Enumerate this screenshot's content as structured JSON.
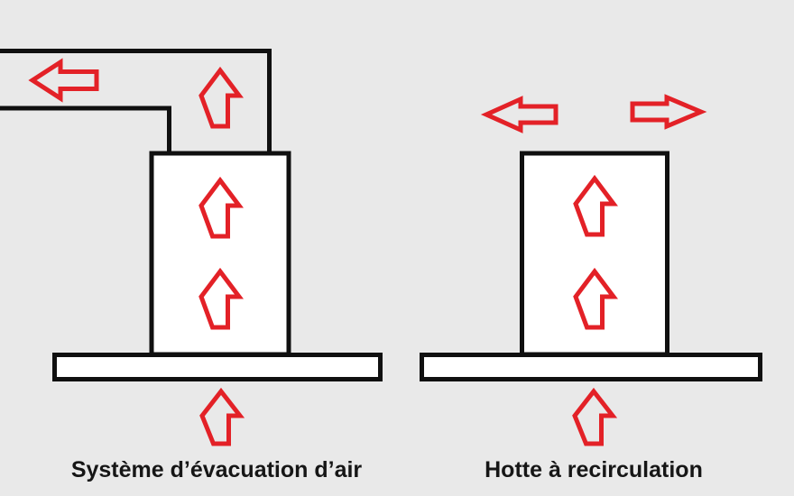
{
  "page": {
    "background": "#e9e9e9"
  },
  "colors": {
    "line": "#101010",
    "arrow": "#e32127",
    "surface": "#ffffff",
    "text": "#161616"
  },
  "diagrams": {
    "exhaust": {
      "caption": "Système d’évacuation d’air",
      "icons": [
        "airflow-left-arrow",
        "airflow-up-arrow-duct",
        "airflow-up-arrow-hood-upper",
        "airflow-up-arrow-hood-lower",
        "airflow-up-arrow-intake"
      ]
    },
    "recirculation": {
      "caption": "Hotte à recirculation",
      "icons": [
        "airflow-left-arrow",
        "airflow-right-arrow",
        "airflow-up-arrow-hood-upper",
        "airflow-up-arrow-hood-lower",
        "airflow-up-arrow-intake"
      ]
    }
  }
}
